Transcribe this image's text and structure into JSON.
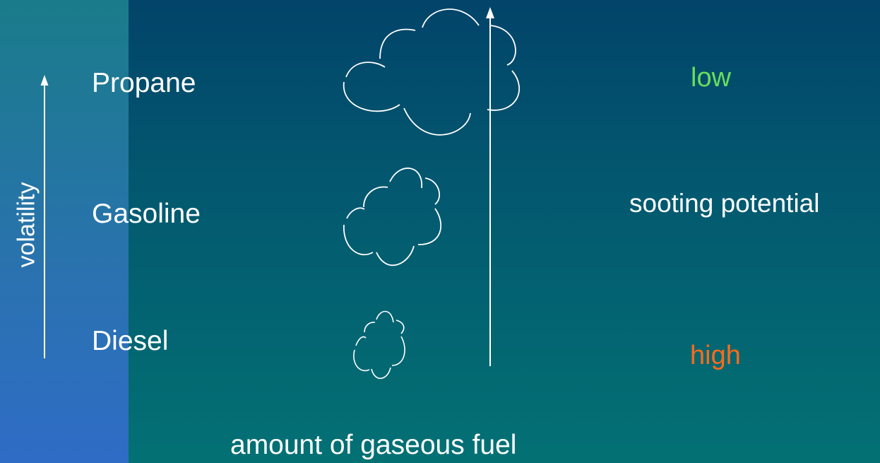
{
  "fuels": {
    "propane": "Propane",
    "gasoline": "Gasoline",
    "diesel": "Diesel"
  },
  "axes": {
    "volatility": "volatility",
    "amount": "amount of gaseous fuel"
  },
  "sooting": {
    "low": "low",
    "title": "sooting potential",
    "high": "high"
  },
  "colors": {
    "low": "#66e05a",
    "high": "#ff6a1a",
    "text": "#ffffff"
  }
}
